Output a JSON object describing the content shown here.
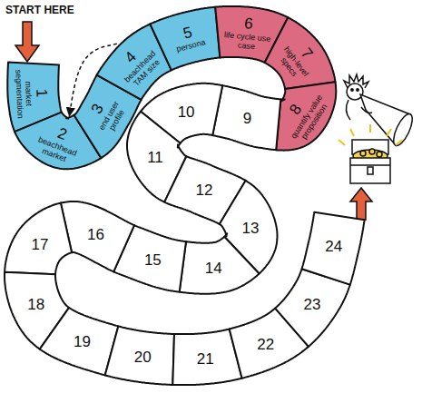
{
  "diagram": {
    "nodes": [
      {
        "text": [
          "1",
          "market segmentation"
        ]
      },
      {
        "text": [
          "2",
          "beachhead market"
        ]
      },
      {
        "text": [
          "3",
          "end user profile"
        ]
      },
      {
        "text": [
          "4",
          "beachhead TAM size"
        ]
      },
      {
        "text": [
          "5",
          "persona"
        ]
      },
      {
        "text": [
          "6",
          "life cycle use case"
        ]
      },
      {
        "text": [
          "7",
          "high-level specs"
        ]
      },
      {
        "text": [
          "8",
          "quantify value proposition"
        ]
      },
      {
        "text": [
          "9"
        ]
      },
      {
        "text": [
          "10"
        ]
      },
      {
        "text": [
          "11"
        ]
      },
      {
        "text": [
          "12"
        ]
      },
      {
        "text": [
          "13"
        ]
      },
      {
        "text": [
          "14"
        ]
      },
      {
        "text": [
          "15"
        ]
      },
      {
        "text": [
          "16"
        ]
      },
      {
        "text": [
          "17"
        ]
      },
      {
        "text": [
          "18"
        ]
      },
      {
        "text": [
          "19"
        ]
      },
      {
        "text": [
          "20"
        ]
      },
      {
        "text": [
          "21"
        ]
      },
      {
        "text": [
          "22"
        ]
      },
      {
        "text": [
          "23"
        ]
      },
      {
        "text": [
          "24"
        ]
      }
    ],
    "edges": [
      {
        "from": 3,
        "to": 1,
        "arrow": "to"
      }
    ],
    "labels": [
      "START HERE"
    ]
  }
}
